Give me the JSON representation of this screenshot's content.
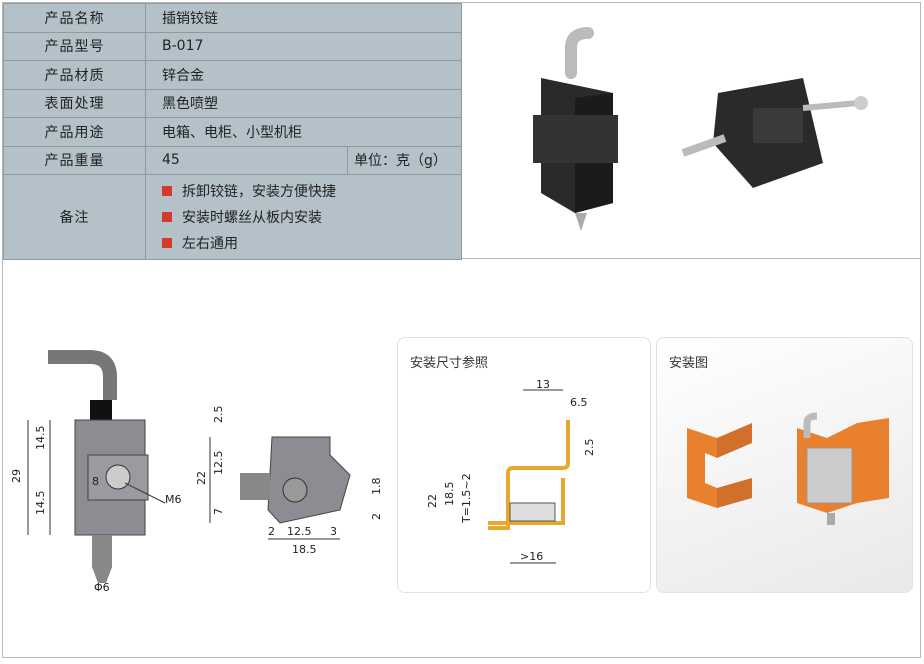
{
  "spec_table": {
    "rows": [
      {
        "label": "产品名称",
        "value": "插销铰链"
      },
      {
        "label": "产品型号",
        "value": "B-017"
      },
      {
        "label": "产品材质",
        "value": "锌合金"
      },
      {
        "label": "表面处理",
        "value": "黑色喷塑"
      },
      {
        "label": "产品用途",
        "value": "电箱、电柜、小型机柜"
      },
      {
        "label": "产品重量",
        "value": "45",
        "unit": "单位：克（g）"
      }
    ],
    "notes_label": "备注",
    "notes": [
      "拆卸铰链，安装方便快捷",
      "安装时螺丝从板内安装",
      "左右通用"
    ]
  },
  "drawing_front": {
    "dims": [
      "29",
      "14.5",
      "14.5",
      "8",
      "M6",
      "Φ6"
    ]
  },
  "drawing_side": {
    "dims": [
      "2.5",
      "12.5",
      "22",
      "7",
      "1.8",
      "2",
      "2",
      "12.5",
      "3",
      "18.5"
    ]
  },
  "install_dims": {
    "title": "安装尺寸参照",
    "dims": [
      "13",
      "6.5",
      "2.5",
      "22",
      "18.5",
      "T=1.5~2",
      ">16"
    ]
  },
  "install_view": {
    "title": "安装图"
  },
  "colors": {
    "table_bg": "#b4c1c8",
    "bullet": "#d43a2c",
    "panel_orange": "#e8802e"
  }
}
